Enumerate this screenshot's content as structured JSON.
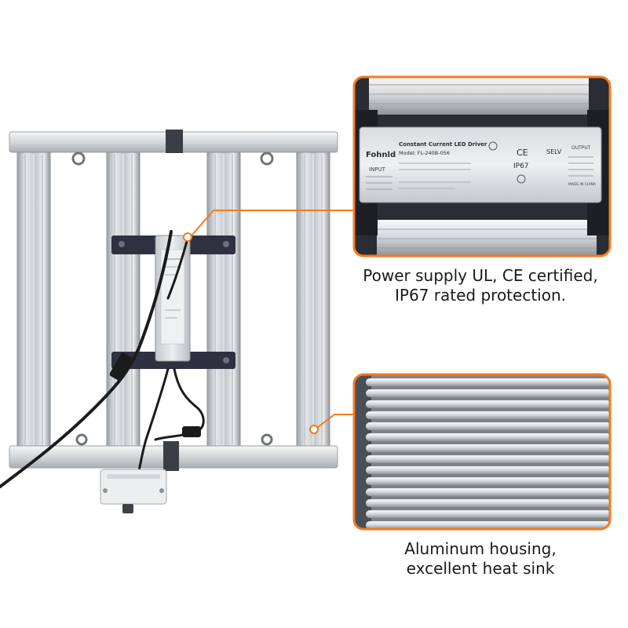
{
  "colors": {
    "accent": "#f47a20",
    "aluminum": "#c9cdd1",
    "driver_case": "#d6d9dc",
    "bracket": "#2d3140",
    "cable": "#1b1b1b",
    "background": "#ffffff"
  },
  "driver_label": {
    "brand": "Fohnld",
    "title": "Constant Current LED Driver",
    "model": "Model: FL-240B-056",
    "input_label": "INPUT",
    "output_label": "OUTPUT",
    "ip_rating": "IP67",
    "selv": "SELV",
    "ce": "CE",
    "made_in": "MADE IN CHINA"
  },
  "callouts": [
    {
      "id": "power-supply",
      "caption_lines": [
        "Power supply UL, CE certified,",
        "IP67 rated protection."
      ]
    },
    {
      "id": "housing",
      "caption_lines": [
        "Aluminum housing,",
        "excellent heat sink"
      ]
    }
  ]
}
